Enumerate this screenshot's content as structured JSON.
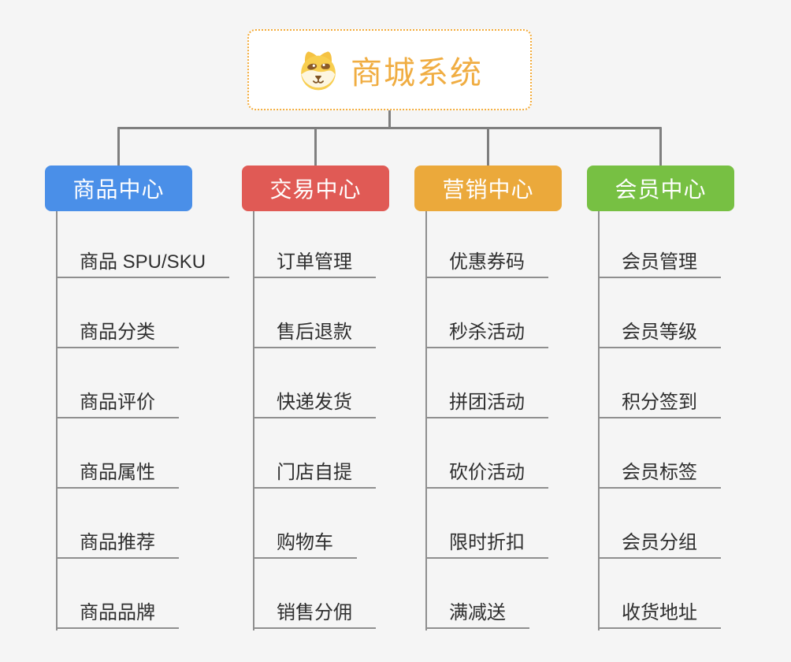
{
  "root": {
    "title": "商城系统",
    "icon": "dog-face-icon",
    "title_color": "#f0ad42",
    "border_color": "#f3ac3c"
  },
  "connector_color": "#7f7f7f",
  "background_color": "#f5f5f5",
  "branches": [
    {
      "label": "商品中心",
      "color": "#4a8fe8",
      "children": [
        "商品 SPU/SKU",
        "商品分类",
        "商品评价",
        "商品属性",
        "商品推荐",
        "商品品牌"
      ]
    },
    {
      "label": "交易中心",
      "color": "#e05a55",
      "children": [
        "订单管理",
        "售后退款",
        "快递发货",
        "门店自提",
        "购物车",
        "销售分佣"
      ]
    },
    {
      "label": "营销中心",
      "color": "#eba93b",
      "children": [
        "优惠券码",
        "秒杀活动",
        "拼团活动",
        "砍价活动",
        "限时折扣",
        "满减送"
      ]
    },
    {
      "label": "会员中心",
      "color": "#77c043",
      "children": [
        "会员管理",
        "会员等级",
        "积分签到",
        "会员标签",
        "会员分组",
        "收货地址"
      ]
    }
  ]
}
